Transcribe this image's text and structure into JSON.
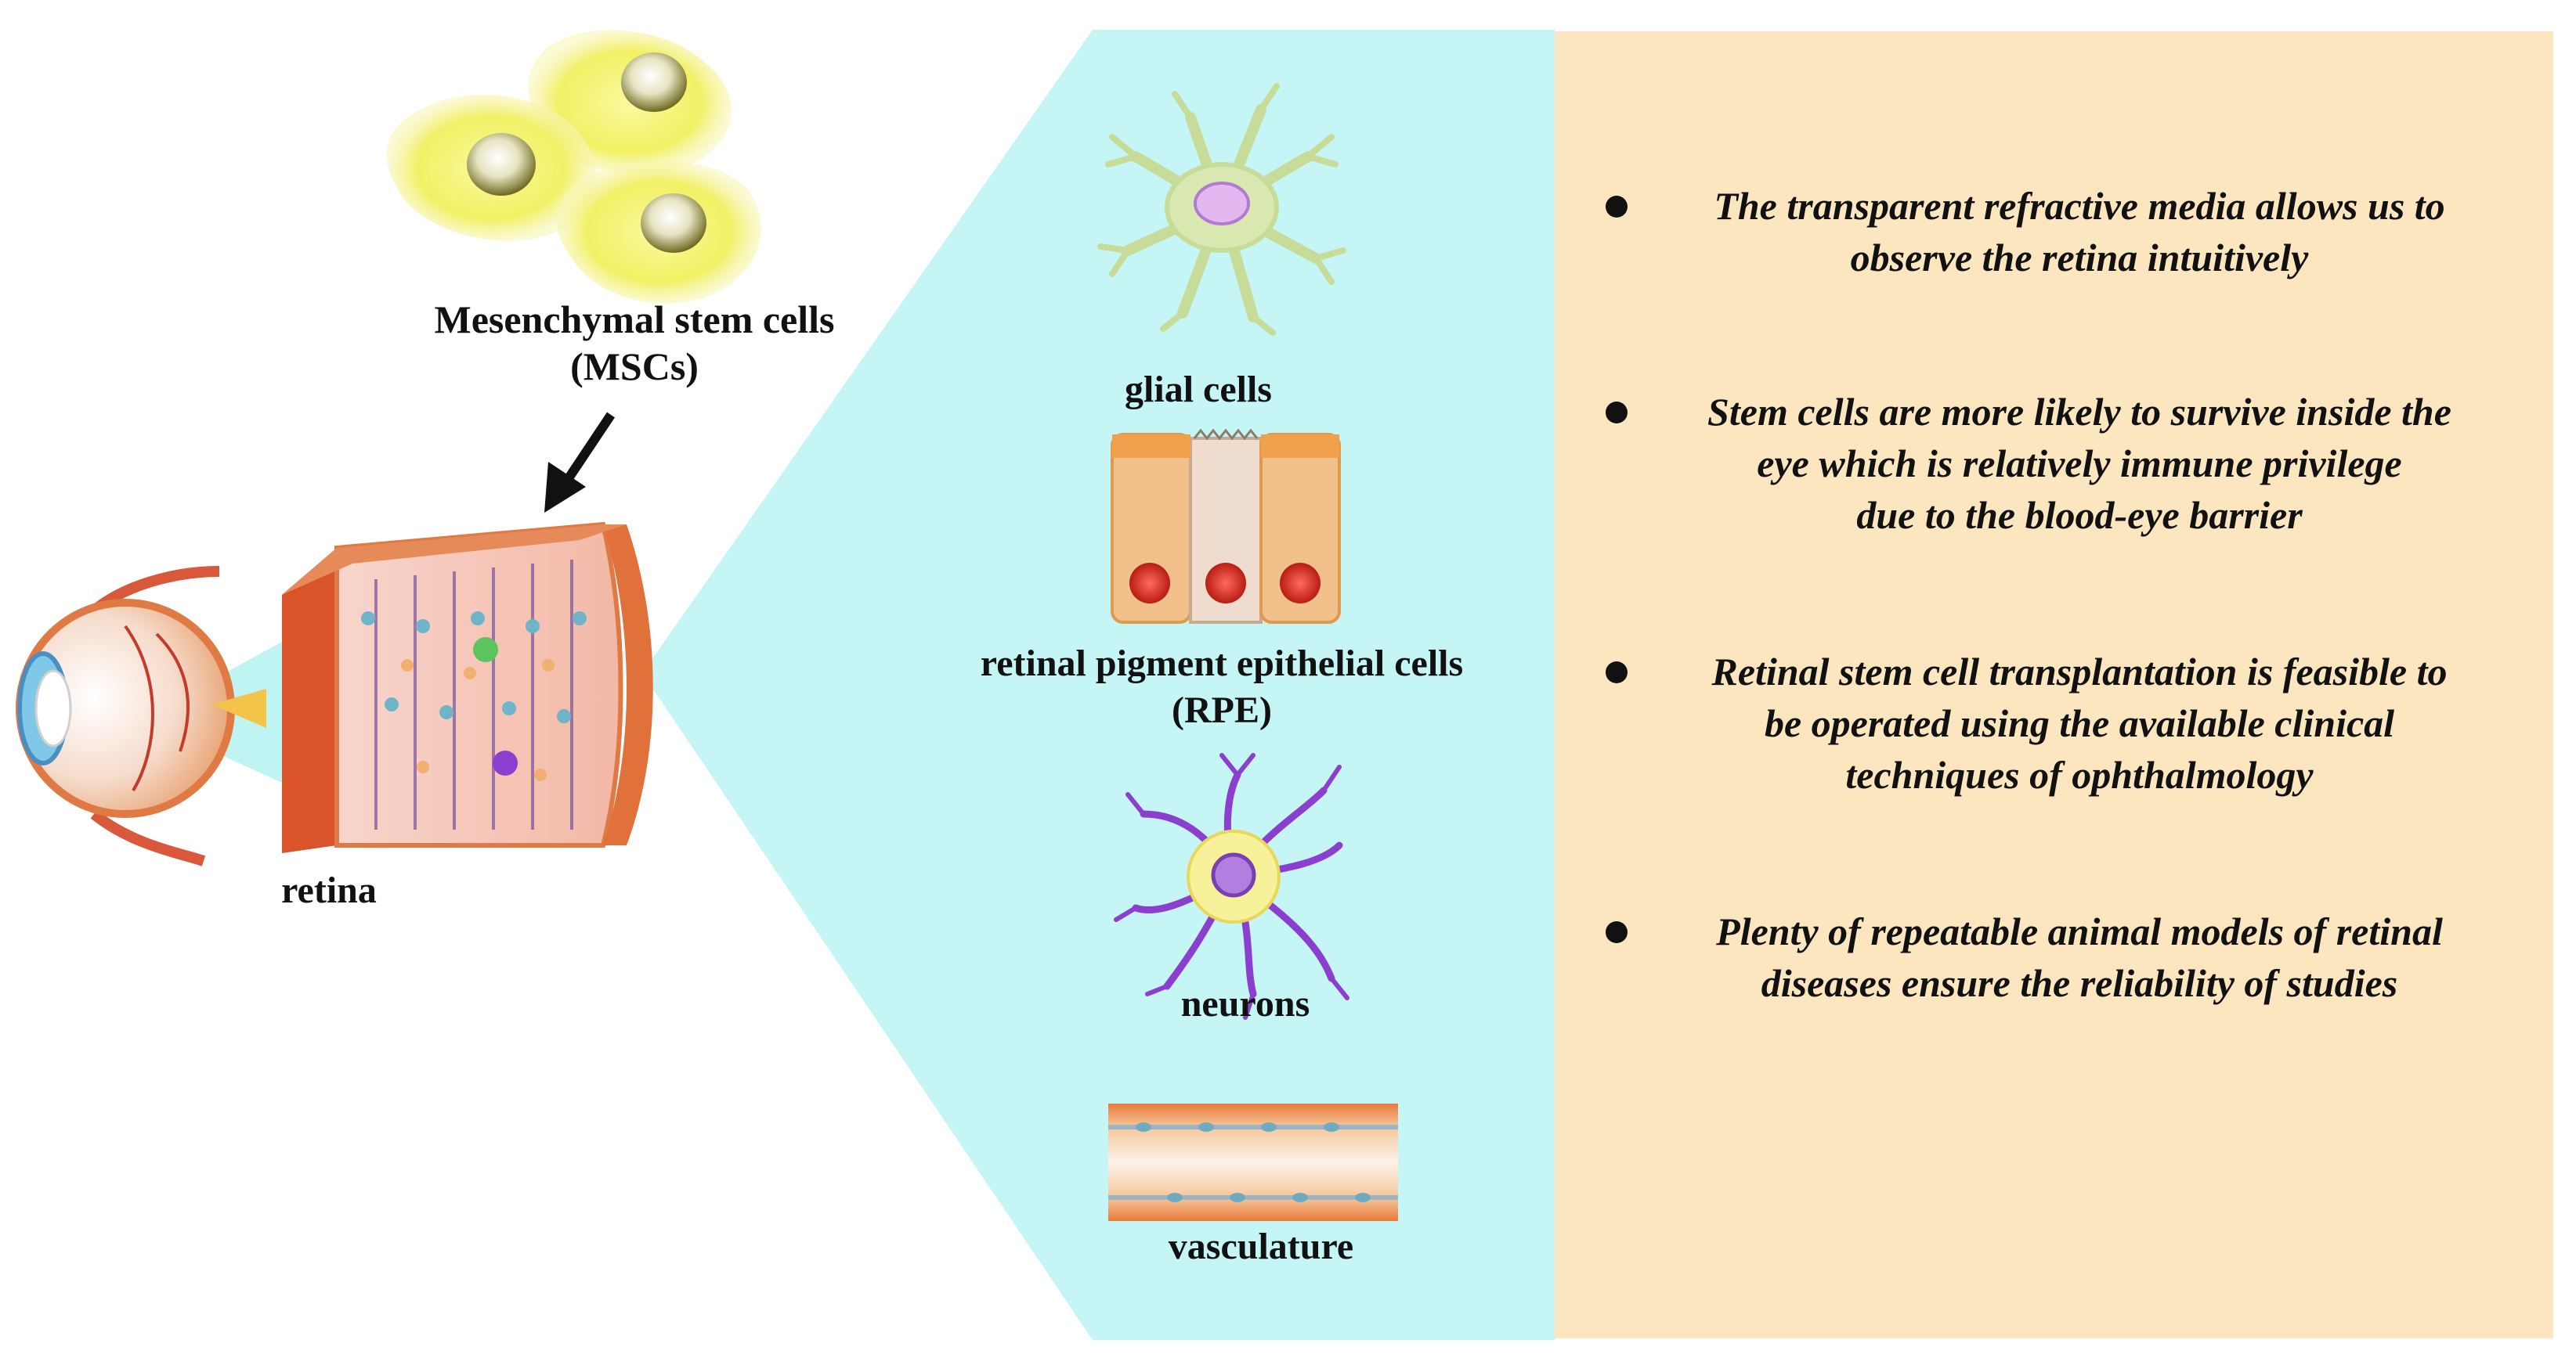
{
  "labels": {
    "msc_line1": "Mesenchymal stem cells",
    "msc_line2": "(MSCs)",
    "retina": "retina",
    "glial": "glial cells",
    "rpe_line1": "retinal pigment epithelial cells",
    "rpe_line2": "(RPE)",
    "neurons": "neurons",
    "vasculature": "vasculature"
  },
  "advantages": [
    "The transparent refractive media allows us to\nobserve the retina intuitively",
    "Stem cells are more likely to survive inside the\neye which is relatively immune privilege\ndue to the blood-eye barrier",
    "Retinal stem cell transplantation is feasible to\nbe operated using the available clinical\ntechniques of ophthalmology",
    "Plenty of repeatable animal models of retinal\ndiseases ensure the reliability of studies"
  ],
  "colors": {
    "cyan_panel": "#c6f5f5",
    "beige_panel": "#fbe6c0",
    "msc_cell": "#f2f064",
    "rpe_cell": "#f2b56a",
    "retina_orange": "#e0713a",
    "neuron_purple": "#8a3fcf",
    "glial_green": "#c8dc9a"
  }
}
